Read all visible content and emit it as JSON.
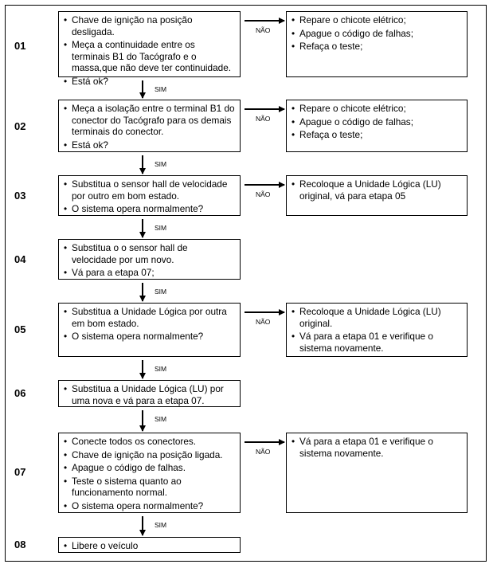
{
  "labels": {
    "no": "NÃO",
    "yes": "SIM"
  },
  "steps": [
    {
      "number": "01",
      "items": [
        "Chave de ignição na posição desligada.",
        "Meça a continuidade entre os terminais B1 do Tacógrafo e o massa,que não deve ter continuidade.",
        "Está ok?"
      ],
      "no_items": [
        "Repare o chicote elétrico;",
        "Apague o código de falhas;",
        "Refaça o teste;"
      ]
    },
    {
      "number": "02",
      "items": [
        "Meça a isolação entre o terminal B1 do conector do Tacógrafo para os demais terminais do conector.",
        "Está ok?"
      ],
      "no_items": [
        "Repare o chicote elétrico;",
        "Apague o código de falhas;",
        "Refaça o teste;"
      ]
    },
    {
      "number": "03",
      "items": [
        "Substitua o sensor hall de velocidade por outro em bom estado.",
        "O sistema opera normalmente?"
      ],
      "no_items": [
        "Recoloque a Unidade Lógica (LU) original, vá para etapa 05"
      ]
    },
    {
      "number": "04",
      "items": [
        "Substitua o o sensor hall de velocidade por um novo.",
        "Vá para a etapa 07;"
      ],
      "no_items": []
    },
    {
      "number": "05",
      "items": [
        "Substitua a Unidade Lógica por outra em bom estado.",
        "O sistema opera normalmente?"
      ],
      "no_items": [
        "Recoloque a Unidade Lógica (LU) original.",
        "Vá para a etapa 01 e verifique o sistema novamente."
      ]
    },
    {
      "number": "06",
      "items": [
        "Substitua a Unidade Lógica (LU) por uma nova e vá para a etapa 07."
      ],
      "no_items": []
    },
    {
      "number": "07",
      "items": [
        "Conecte todos os conectores.",
        "Chave de ignição na posição ligada.",
        "Apague o código de falhas.",
        "Teste o sistema quanto ao funcionamento normal.",
        "O sistema opera normalmente?"
      ],
      "no_items": [
        "Vá para a etapa 01 e verifique o sistema novamente."
      ]
    },
    {
      "number": "08",
      "items": [
        "Libere o veículo"
      ],
      "no_items": []
    }
  ]
}
